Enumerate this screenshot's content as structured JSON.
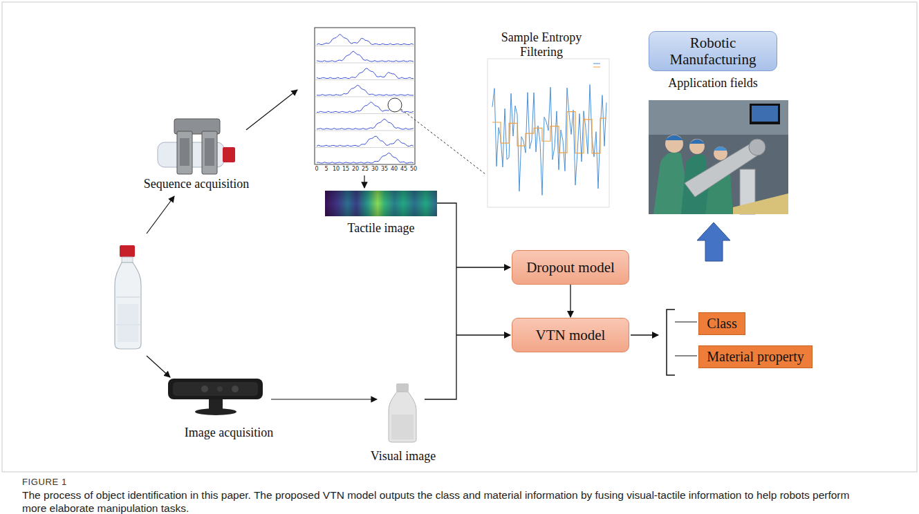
{
  "diagram": {
    "title": "FIGURE 1",
    "caption": "The process of object identification in this paper. The proposed VTN model outputs the class and material information by fusing visual-tactile information to help robots perform more elaborate manipulation tasks.",
    "nodes": [
      {
        "text": [
          "Robotic Manufacturing"
        ]
      },
      {
        "text": [
          "Dropout model"
        ]
      },
      {
        "text": [
          "VTN model"
        ]
      },
      {
        "text": [
          "Class"
        ]
      },
      {
        "text": [
          "Material property"
        ]
      }
    ],
    "edges": [
      {
        "from": 1,
        "to": 2,
        "arrow": "to"
      }
    ],
    "labels": [
      "Sequence acquisition",
      "Image acquisition",
      "Tactile image",
      "Visual image",
      "Sample Entropy Filtering",
      "Application fields",
      "0",
      "5",
      "10",
      "15",
      "20",
      "25",
      "30",
      "35",
      "40",
      "45",
      "50"
    ]
  }
}
